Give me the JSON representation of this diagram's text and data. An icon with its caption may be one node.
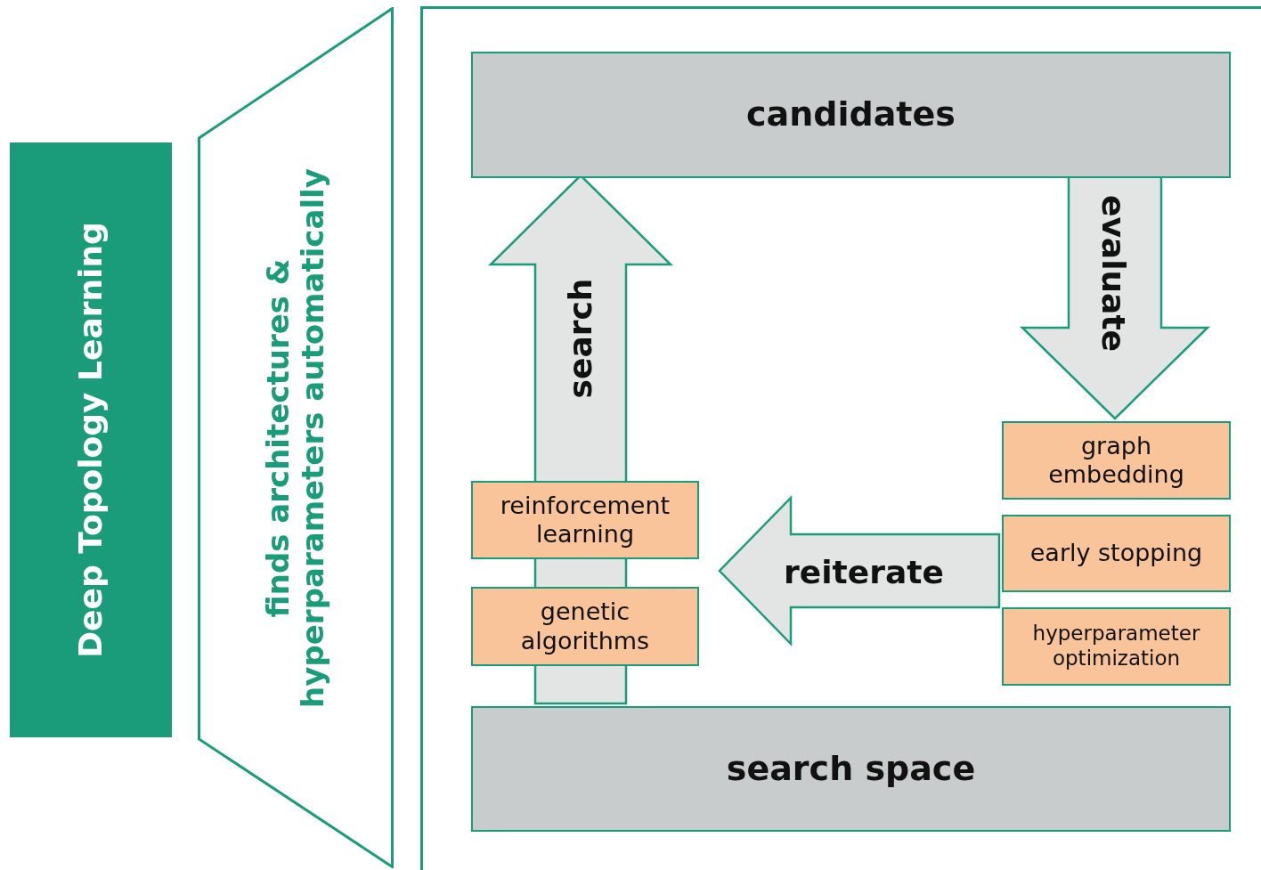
{
  "diagram": {
    "nodes": [
      {
        "text": [
          "Deep Topology Learning"
        ]
      },
      {
        "text": [
          "finds architectures & hyperparameters automatically"
        ]
      },
      {
        "text": [],
        "shape": "box"
      },
      {
        "text": [
          "candidates"
        ],
        "in": 2
      },
      {
        "text": [
          "search space"
        ],
        "in": 2
      },
      {
        "text": [
          "reinforcement learning"
        ],
        "in": 2
      },
      {
        "text": [
          "genetic algorithms"
        ],
        "in": 2
      },
      {
        "text": [
          "graph embedding"
        ],
        "in": 2
      },
      {
        "text": [
          "early stopping"
        ],
        "in": 2
      },
      {
        "text": [
          "hyperparameter optimization"
        ],
        "in": 2
      }
    ],
    "edges": [
      {
        "from": 4,
        "to": 3,
        "arrow": "to",
        "label": "search",
        "style": "thick"
      },
      {
        "from": 3,
        "to": 7,
        "arrow": "to",
        "label": "evaluate",
        "style": "thick"
      },
      {
        "from": 8,
        "to": null,
        "arrow": "to",
        "label": "reiterate",
        "style": "thick"
      }
    ]
  }
}
